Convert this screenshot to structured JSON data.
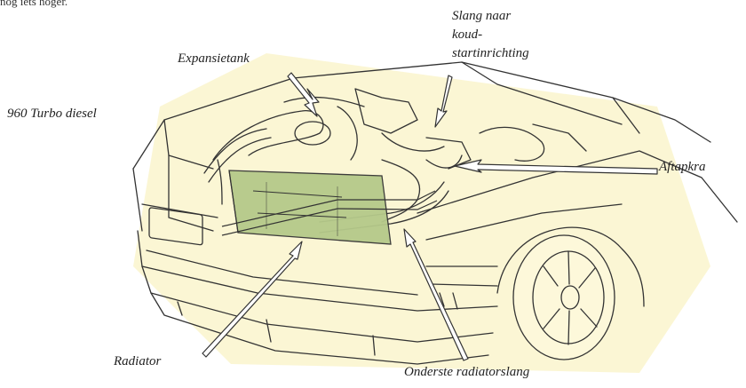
{
  "header": {
    "text": "nog iets hoger."
  },
  "labels": {
    "model": "960 Turbo diesel",
    "expansietank": "Expansietank",
    "slang_line1": "Slang naar",
    "slang_line2": "koud-",
    "slang_line3": "startinrichting",
    "aftapkraan": "Aftapkra",
    "radiator": "Radiator",
    "onderste": "Onderste radiatorslang"
  },
  "colors": {
    "highlight_fill": "#b5c98a",
    "background_tint": "#fbf5cf",
    "line": "#333333"
  },
  "icons": [
    "car-illustration",
    "radiator-highlight",
    "arrow-icon"
  ]
}
